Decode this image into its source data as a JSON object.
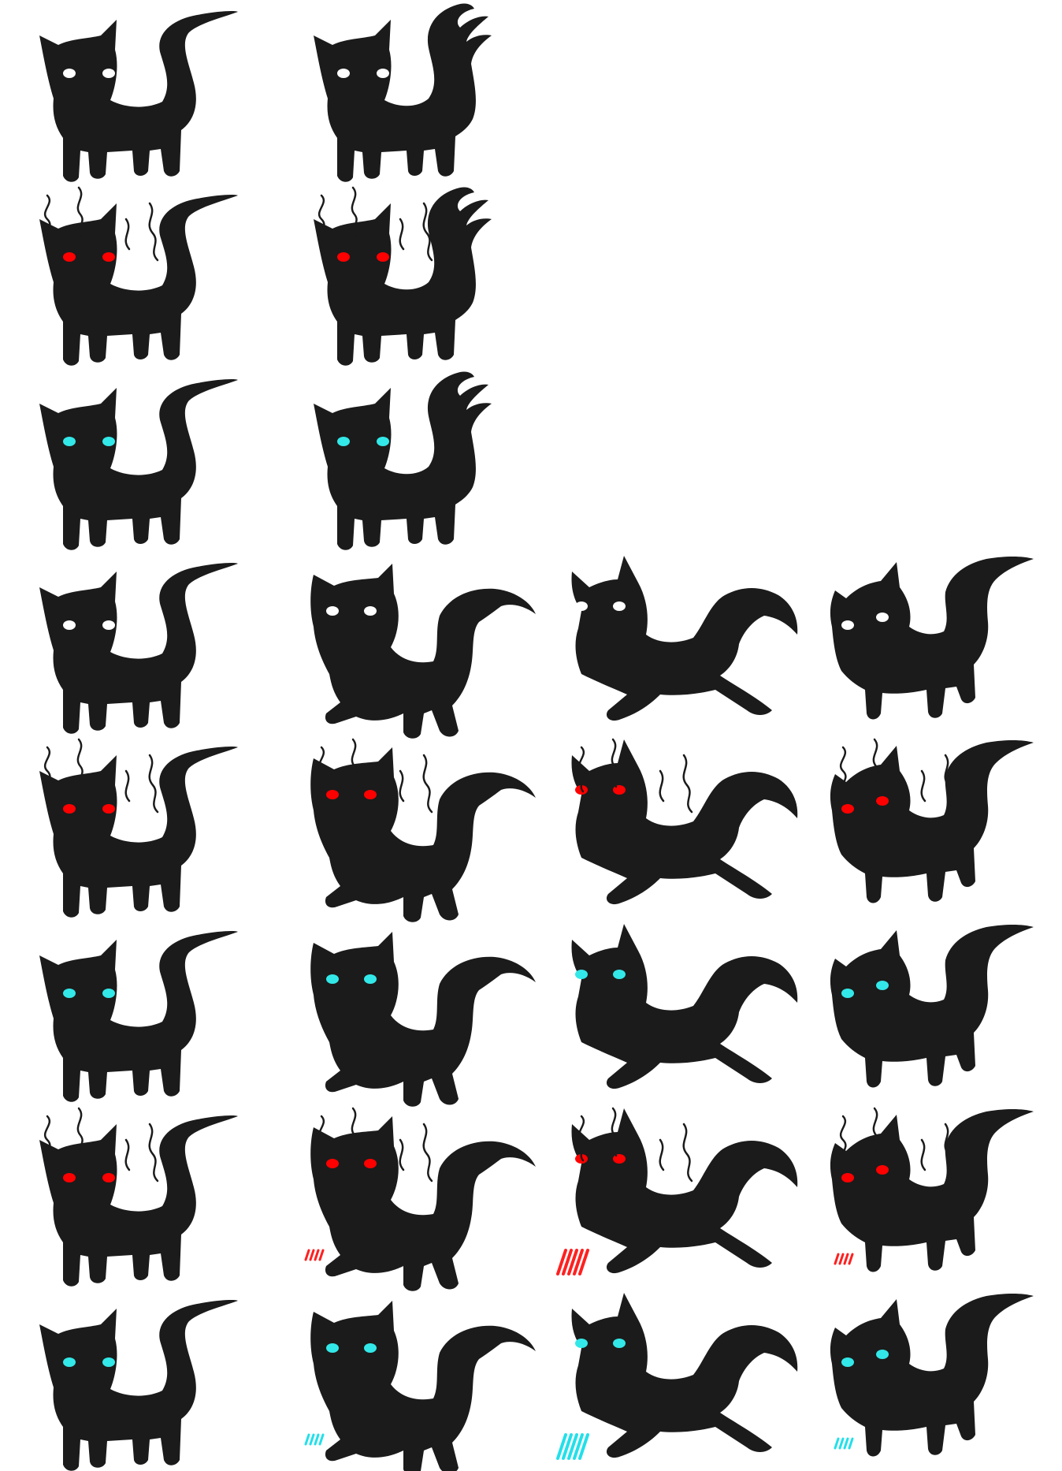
{
  "sheet": {
    "background": "#ffffff",
    "body_color": "#1b1b1b",
    "eye_colors": {
      "white": "#ffffff",
      "red": "#ff0000",
      "cyan": "#33e8e8"
    },
    "effect_colors": {
      "smoke": "#1b1b1b",
      "scratch_red": "#ff2020",
      "scratch_cyan": "#22e0ea"
    },
    "rows": [
      {
        "state": "idle-white-eyes",
        "frames": [
          {
            "pose": "stand-a",
            "eyes": "white",
            "smoke": false,
            "scratch": "none"
          },
          {
            "pose": "stand-b",
            "eyes": "white",
            "smoke": false,
            "scratch": "none"
          }
        ]
      },
      {
        "state": "angry-red-eyes",
        "frames": [
          {
            "pose": "stand-a",
            "eyes": "red",
            "smoke": true,
            "scratch": "none"
          },
          {
            "pose": "stand-b",
            "eyes": "red",
            "smoke": true,
            "scratch": "none"
          }
        ]
      },
      {
        "state": "calm-cyan-eyes",
        "frames": [
          {
            "pose": "stand-a",
            "eyes": "cyan",
            "smoke": false,
            "scratch": "none"
          },
          {
            "pose": "stand-b",
            "eyes": "cyan",
            "smoke": false,
            "scratch": "none"
          }
        ]
      },
      {
        "state": "walk-white-eyes",
        "frames": [
          {
            "pose": "stand-a",
            "eyes": "white",
            "smoke": false,
            "scratch": "none"
          },
          {
            "pose": "walk",
            "eyes": "white",
            "smoke": false,
            "scratch": "none"
          },
          {
            "pose": "pounce",
            "eyes": "white",
            "smoke": false,
            "scratch": "none"
          },
          {
            "pose": "crouch",
            "eyes": "white",
            "smoke": false,
            "scratch": "none"
          }
        ]
      },
      {
        "state": "walk-red-eyes",
        "frames": [
          {
            "pose": "stand-a",
            "eyes": "red",
            "smoke": true,
            "scratch": "none"
          },
          {
            "pose": "walk",
            "eyes": "red",
            "smoke": true,
            "scratch": "none"
          },
          {
            "pose": "pounce",
            "eyes": "red",
            "smoke": true,
            "scratch": "none"
          },
          {
            "pose": "crouch",
            "eyes": "red",
            "smoke": true,
            "scratch": "none"
          }
        ]
      },
      {
        "state": "walk-cyan-eyes",
        "frames": [
          {
            "pose": "stand-a",
            "eyes": "cyan",
            "smoke": false,
            "scratch": "none"
          },
          {
            "pose": "walk",
            "eyes": "cyan",
            "smoke": false,
            "scratch": "none"
          },
          {
            "pose": "pounce",
            "eyes": "cyan",
            "smoke": false,
            "scratch": "none"
          },
          {
            "pose": "crouch",
            "eyes": "cyan",
            "smoke": false,
            "scratch": "none"
          }
        ]
      },
      {
        "state": "attack-red-eyes",
        "frames": [
          {
            "pose": "stand-a",
            "eyes": "red",
            "smoke": true,
            "scratch": "none"
          },
          {
            "pose": "walk",
            "eyes": "red",
            "smoke": true,
            "scratch": "red"
          },
          {
            "pose": "pounce",
            "eyes": "red",
            "smoke": true,
            "scratch": "red"
          },
          {
            "pose": "crouch",
            "eyes": "red",
            "smoke": true,
            "scratch": "red"
          }
        ]
      },
      {
        "state": "attack-cyan-eyes",
        "frames": [
          {
            "pose": "stand-a",
            "eyes": "cyan",
            "smoke": false,
            "scratch": "none"
          },
          {
            "pose": "walk",
            "eyes": "cyan",
            "smoke": false,
            "scratch": "cyan"
          },
          {
            "pose": "pounce",
            "eyes": "cyan",
            "smoke": false,
            "scratch": "cyan"
          },
          {
            "pose": "crouch",
            "eyes": "cyan",
            "smoke": false,
            "scratch": "cyan"
          }
        ]
      }
    ]
  }
}
